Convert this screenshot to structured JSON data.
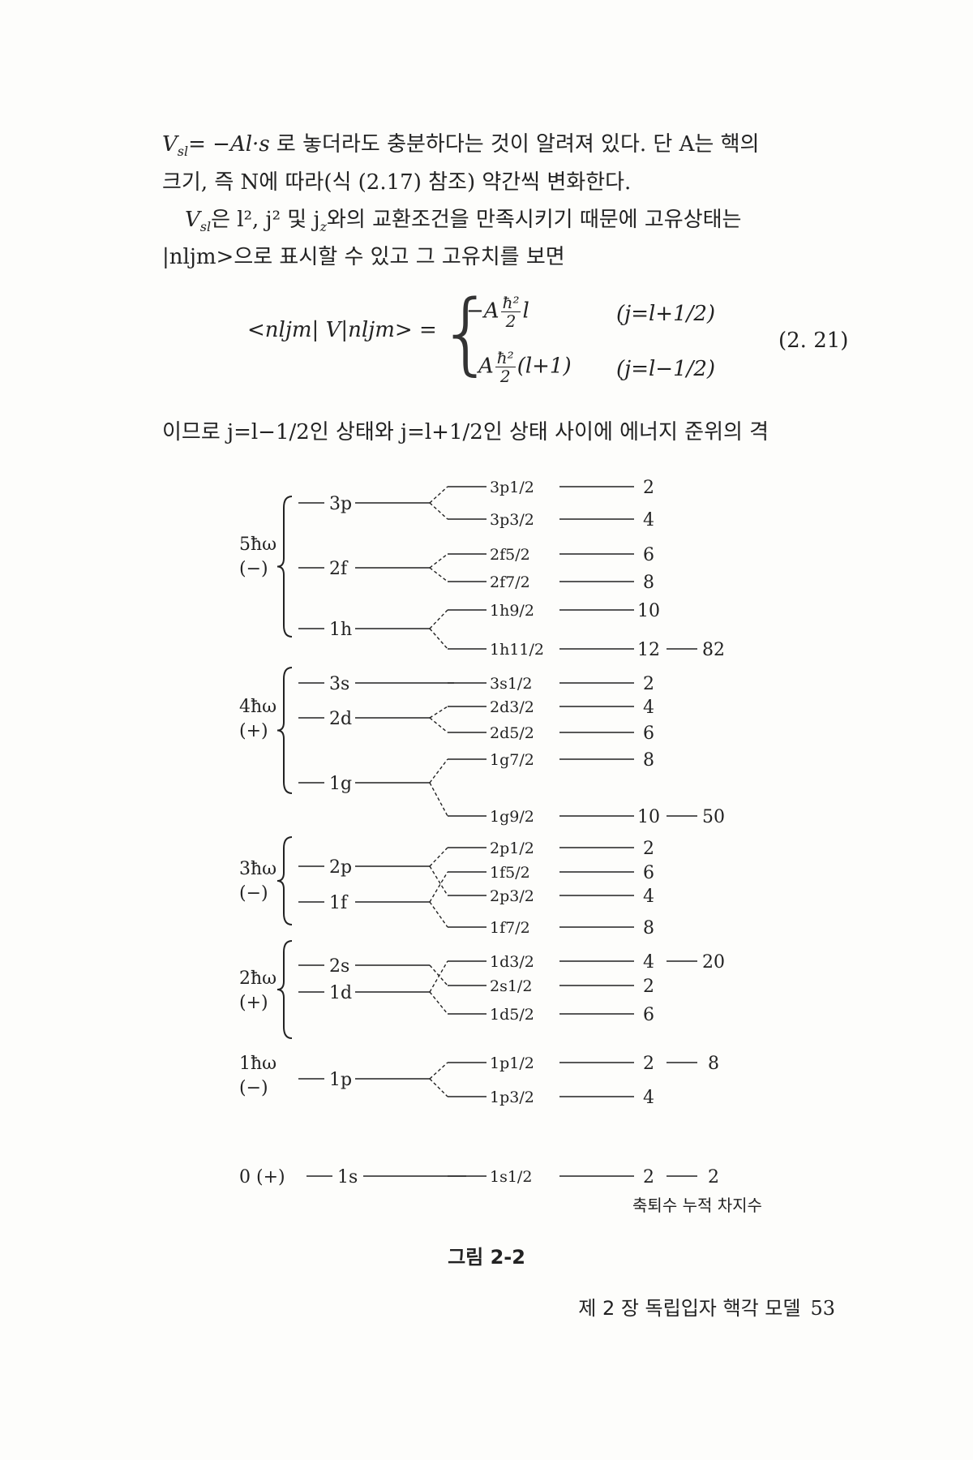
{
  "text": {
    "line1": "V",
    "line1_sub": "sl",
    "line1_eq": "= −A",
    "line1_vec": "l·s",
    "line1_rest": " 로 놓더라도 충분하다는 것이 알려져 있다.  단 A는 핵의",
    "line2": "크기,  즉 N에 따라(식 (2.17) 참조) 약간씩 변화한다.",
    "line3": "V",
    "line3_sub": "sl",
    "line3_rest": "은 l², j² 및 j",
    "line3_sub2": "z",
    "line3_rest2": "와의 교환조건을 만족시키기 때문에 고유상태는",
    "line4": "|nljm>으로 표시할 수 있고 그 고유치를 보면",
    "eq_lhs": "<nljm| V|nljm> =",
    "eq_case1_pre": "−A",
    "eq_case1_num": "ħ²",
    "eq_case1_den": "2",
    "eq_case1_post": "l",
    "eq_case1_cond": "(j=l+1/2)",
    "eq_case2_pre": "A",
    "eq_case2_num": "ħ²",
    "eq_case2_den": "2",
    "eq_case2_post": "(l+1)",
    "eq_case2_cond": "(j=l−1/2)",
    "eq_number": "(2. 21)",
    "line5": "이므로 j=l−1/2인 상태와 j=l+1/2인 상태 사이에 에너지 준위의 격"
  },
  "diagram": {
    "shells": [
      {
        "label": "5ħω",
        "parity": "(−)"
      },
      {
        "label": "4ħω",
        "parity": "(+)"
      },
      {
        "label": "3ħω",
        "parity": "(−)"
      },
      {
        "label": "2ħω",
        "parity": "(+)"
      },
      {
        "label": "1ħω",
        "parity": "(−)"
      },
      {
        "label": "0",
        "parity": "(+)"
      }
    ],
    "orbitals": [
      "3p",
      "2f",
      "1h",
      "3s",
      "2d",
      "1g",
      "2p",
      "1f",
      "2s",
      "1d",
      "1p",
      "1s"
    ],
    "levels": [
      {
        "name": "3p1/2",
        "deg": "2",
        "cum": ""
      },
      {
        "name": "3p3/2",
        "deg": "4",
        "cum": ""
      },
      {
        "name": "2f5/2",
        "deg": "6",
        "cum": ""
      },
      {
        "name": "2f7/2",
        "deg": "8",
        "cum": ""
      },
      {
        "name": "1h9/2",
        "deg": "10",
        "cum": ""
      },
      {
        "name": "1h11/2",
        "deg": "12",
        "cum": "82"
      },
      {
        "name": "3s1/2",
        "deg": "2",
        "cum": ""
      },
      {
        "name": "2d3/2",
        "deg": "4",
        "cum": ""
      },
      {
        "name": "2d5/2",
        "deg": "6",
        "cum": ""
      },
      {
        "name": "1g7/2",
        "deg": "8",
        "cum": ""
      },
      {
        "name": "1g9/2",
        "deg": "10",
        "cum": "50"
      },
      {
        "name": "2p1/2",
        "deg": "2",
        "cum": ""
      },
      {
        "name": "1f5/2",
        "deg": "6",
        "cum": ""
      },
      {
        "name": "2p3/2",
        "deg": "4",
        "cum": ""
      },
      {
        "name": "1f7/2",
        "deg": "8",
        "cum": ""
      },
      {
        "name": "1d3/2",
        "deg": "4",
        "cum": "20"
      },
      {
        "name": "2s1/2",
        "deg": "2",
        "cum": ""
      },
      {
        "name": "1d5/2",
        "deg": "6",
        "cum": ""
      },
      {
        "name": "1p1/2",
        "deg": "2",
        "cum": "8"
      },
      {
        "name": "1p3/2",
        "deg": "4",
        "cum": ""
      },
      {
        "name": "1s1/2",
        "deg": "2",
        "cum": "2"
      }
    ],
    "footer_label": "축퇴수 누적 차지수"
  },
  "caption": "그림 2-2",
  "footer": {
    "chapter": "제 2 장  독립입자 핵각 모델",
    "page": "53"
  }
}
